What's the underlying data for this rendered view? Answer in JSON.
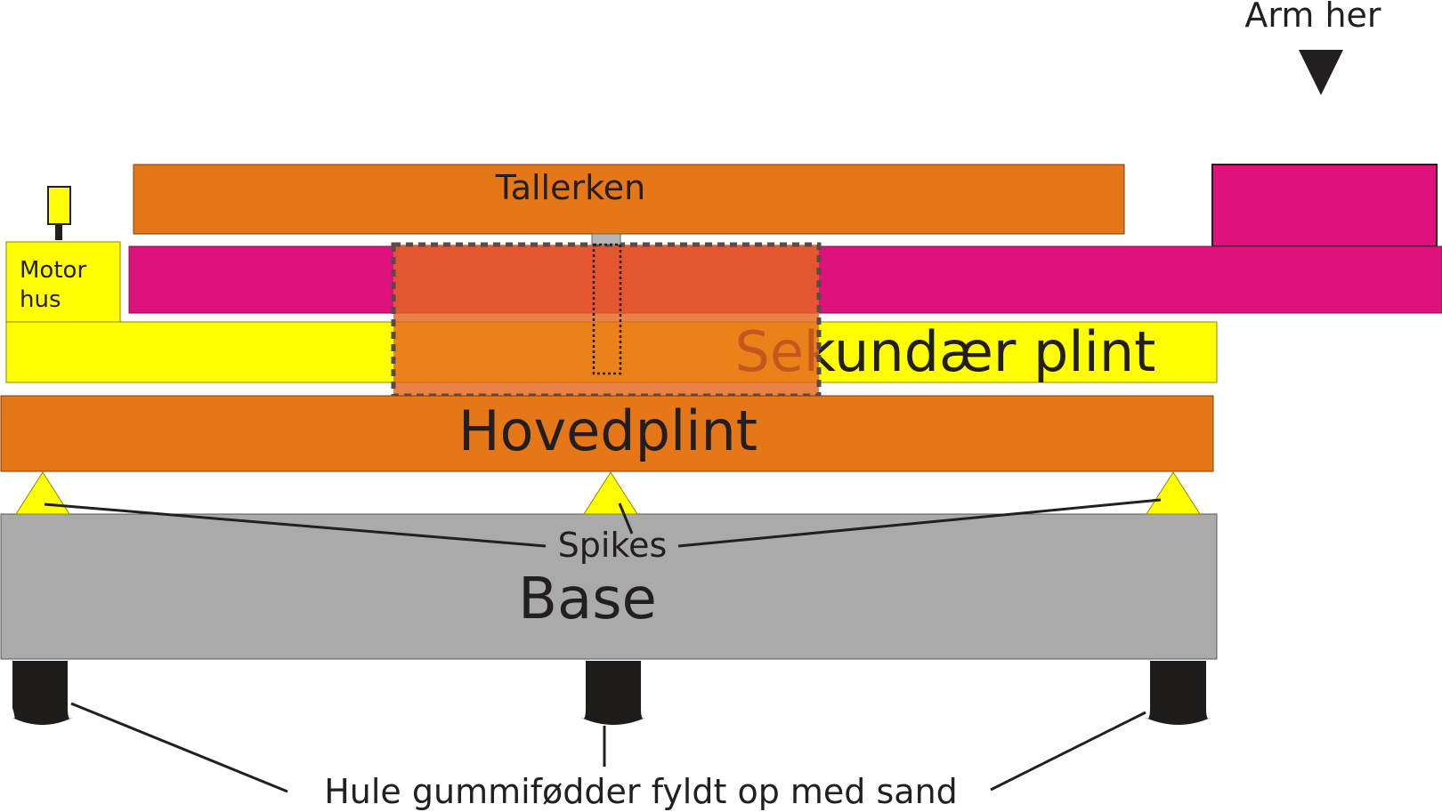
{
  "labels": {
    "arm": "Arm her",
    "platter": "Tallerken",
    "motor_line1": "Motor",
    "motor_line2": "hus",
    "secondary_plinth": "Sekundær plint",
    "main_plinth": "Hovedplint",
    "spikes": "Spikes",
    "base": "Base",
    "feet": "Hule gummifødder fyldt op med sand"
  },
  "colors": {
    "orange": "#e57718",
    "magenta": "#df117c",
    "yellow": "#ffff00",
    "base_gray": "#aaaaaa",
    "foot_black": "#1f1c1c",
    "overlay": "#e5651e",
    "outline": "#6b6b6b"
  }
}
